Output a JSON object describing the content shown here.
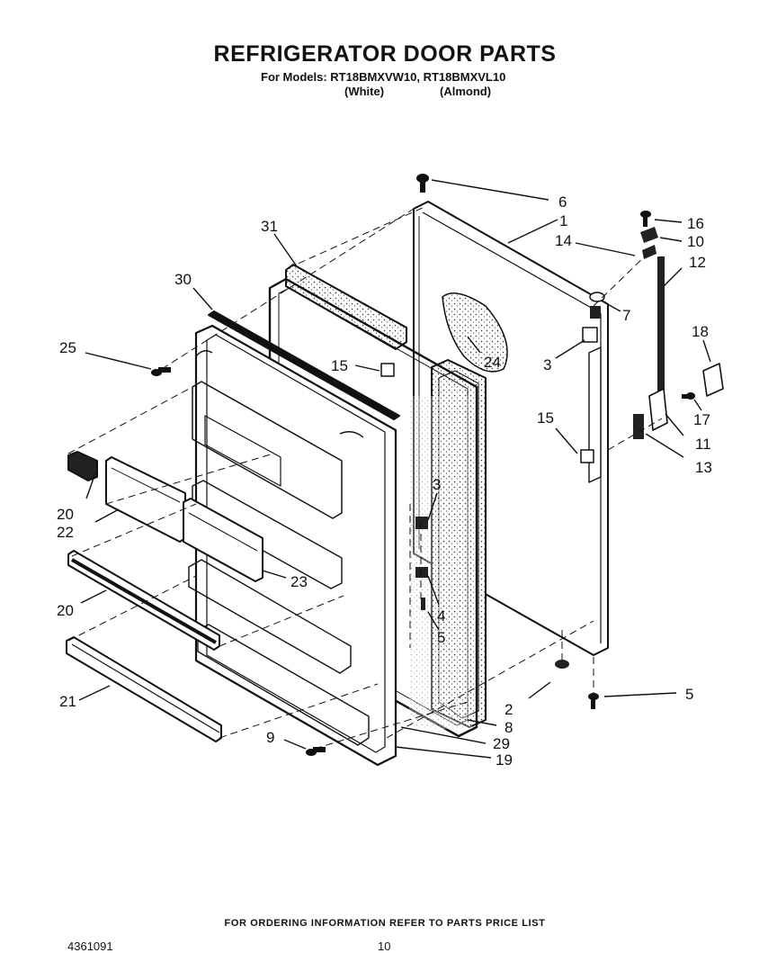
{
  "header": {
    "title": "REFRIGERATOR DOOR PARTS",
    "models_line": "For Models: RT18BMXVW10, RT18BMXVL10",
    "variant_white": "(White)",
    "variant_almond": "(Almond)"
  },
  "callouts": [
    "6",
    "1",
    "31",
    "16",
    "10",
    "14",
    "12",
    "30",
    "7",
    "25",
    "24",
    "15",
    "3",
    "18",
    "17",
    "15",
    "11",
    "13",
    "3",
    "20",
    "22",
    "23",
    "20",
    "4",
    "5",
    "2",
    "5",
    "8",
    "21",
    "9",
    "29",
    "19"
  ],
  "footer": {
    "ordering_note": "FOR ORDERING INFORMATION REFER TO PARTS PRICE LIST",
    "doc_number": "4361091",
    "page_number": "10"
  }
}
